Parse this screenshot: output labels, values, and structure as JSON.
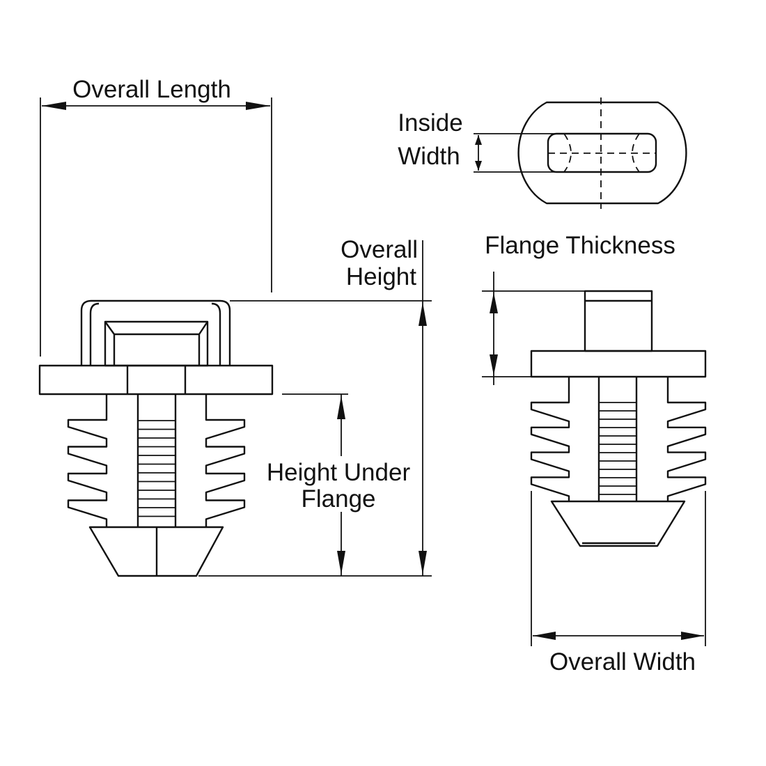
{
  "labels": {
    "overall_length": "Overall Length",
    "overall_height_1": "Overall",
    "overall_height_2": "Height",
    "height_under_flange_1": "Height Under",
    "height_under_flange_2": "Flange",
    "inside_width_1": "Inside",
    "inside_width_2": "Width",
    "flange_thickness": "Flange Thickness",
    "overall_width": "Overall Width"
  },
  "colors": {
    "line": "#111111",
    "background": "#ffffff"
  }
}
